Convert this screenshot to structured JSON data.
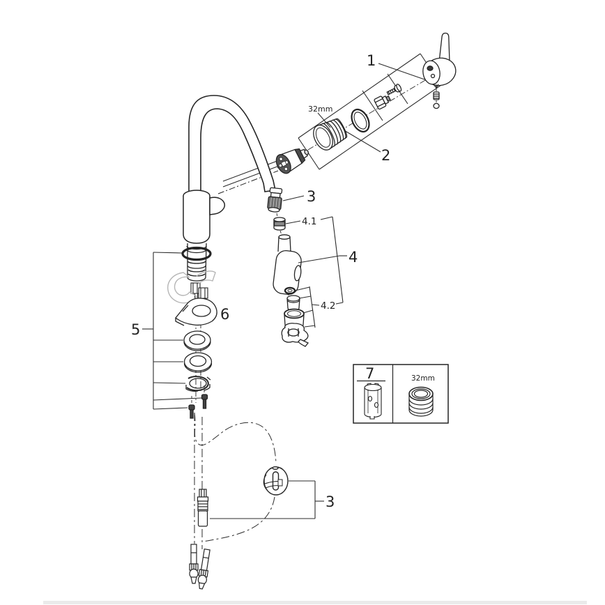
{
  "diagram": {
    "callouts": {
      "kit1": "1",
      "kit2": "2",
      "hose_top": "3",
      "hose_bottom": "3",
      "spray_head_kit": "4",
      "spray_connector": "4.1",
      "aerator_kit": "4.2",
      "mounting_kit": "5",
      "mounting_bracket": "6",
      "service_box": "7"
    },
    "annotations": {
      "cartridge_cap_size": "32mm",
      "box_tool_size": "32mm"
    },
    "colors": {
      "line": "#2b2b2b",
      "ghost": "#b6b6b6",
      "footer_bar": "#eaeaea"
    }
  }
}
